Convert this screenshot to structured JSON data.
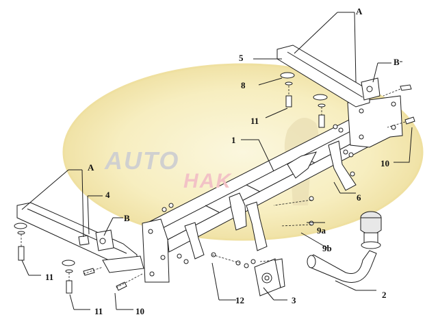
{
  "watermark": {
    "word1": "AUTO",
    "word2": "HAK"
  },
  "callouts": {
    "A_top": "A",
    "A_left": "A",
    "B_right": "B",
    "B_left": "B",
    "n1": "1",
    "n2": "2",
    "n3": "3",
    "n4": "4",
    "n5": "5",
    "n6": "6",
    "n8": "8",
    "n9a": "9a",
    "n9b": "9b",
    "n10_right": "10",
    "n10_bottom": "10",
    "n11_top": "11",
    "n11_left": "11",
    "n11_bottom": "11",
    "n12": "12"
  },
  "colors": {
    "ellipse": "#f7eec0",
    "ellipse_edge": "#efe2a0",
    "line": "#1a1a1a"
  }
}
